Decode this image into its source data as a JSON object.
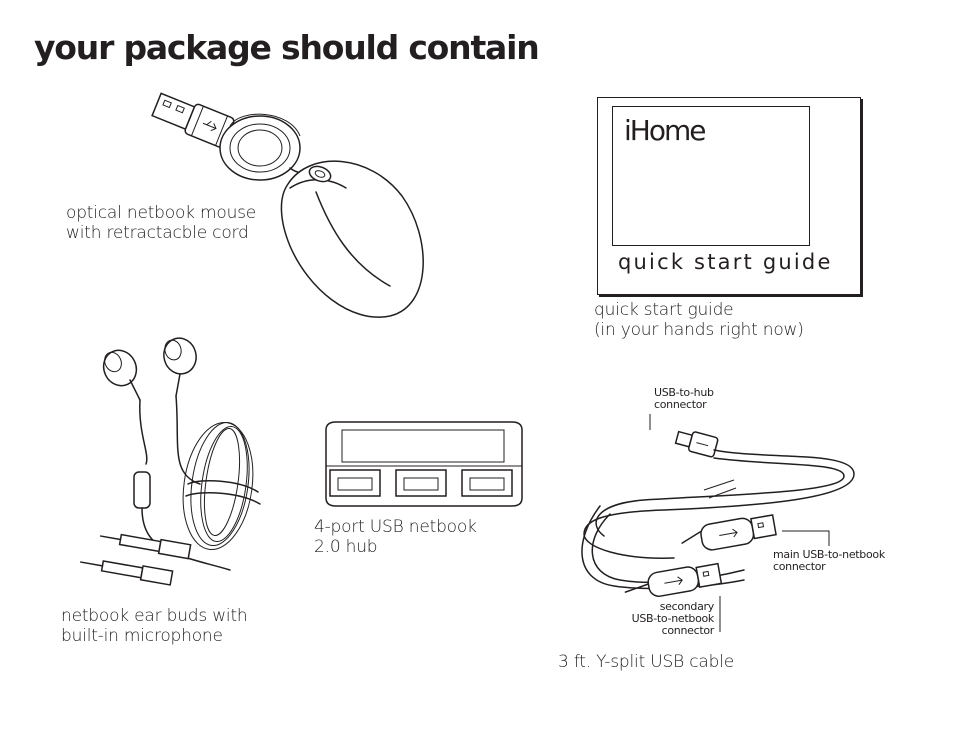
{
  "page": {
    "title": "your package should contain"
  },
  "items": {
    "mouse": {
      "line1": "optical netbook mouse",
      "line2": "with retractacble cord"
    },
    "quick_start": {
      "brand": "iHome",
      "cover_text": "quick start guide",
      "line1": "quick start guide",
      "line2": "(in your hands right now)"
    },
    "earbuds": {
      "line1": "netbook ear buds with",
      "line2": "built-in microphone"
    },
    "hub": {
      "line1": "4-port USB netbook",
      "line2": "2.0 hub"
    },
    "cable": {
      "label": "3 ft. Y-split USB cable",
      "hub_connector": {
        "line1": "USB-to-hub",
        "line2": "connector"
      },
      "main_connector": {
        "line1": "main USB-to-netbook",
        "line2": "connector"
      },
      "secondary_connector": {
        "line1": "secondary",
        "line2": "USB-to-netbook",
        "line3": "connector"
      }
    }
  }
}
